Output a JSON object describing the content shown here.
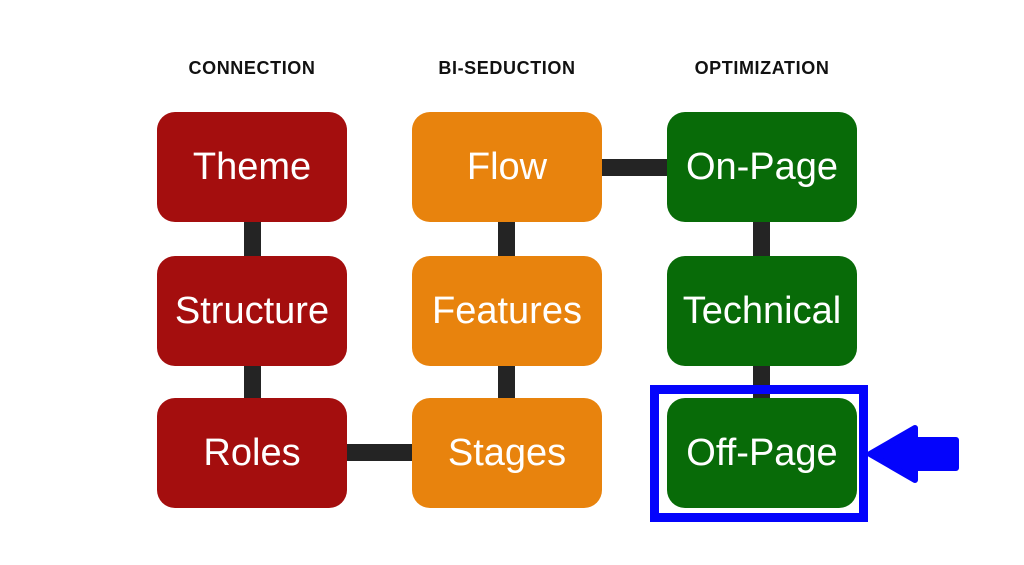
{
  "columns": [
    {
      "header": "CONNECTION",
      "color": "#A40E0E",
      "boxes": [
        "Theme",
        "Structure",
        "Roles"
      ]
    },
    {
      "header": "BI-SEDUCTION",
      "color": "#E8830D",
      "boxes": [
        "Flow",
        "Features",
        "Stages"
      ]
    },
    {
      "header": "OPTIMIZATION",
      "color": "#086B08",
      "boxes": [
        "On-Page",
        "Technical",
        "Off-Page"
      ]
    }
  ],
  "links": [
    {
      "from": "Theme",
      "to": "Structure",
      "type": "vertical"
    },
    {
      "from": "Structure",
      "to": "Roles",
      "type": "vertical"
    },
    {
      "from": "Flow",
      "to": "Features",
      "type": "vertical"
    },
    {
      "from": "Features",
      "to": "Stages",
      "type": "vertical"
    },
    {
      "from": "On-Page",
      "to": "Technical",
      "type": "vertical"
    },
    {
      "from": "Technical",
      "to": "Off-Page",
      "type": "vertical"
    },
    {
      "from": "Flow",
      "to": "On-Page",
      "type": "horizontal"
    },
    {
      "from": "Roles",
      "to": "Stages",
      "type": "horizontal"
    }
  ],
  "annotation": {
    "highlighted_box": "Off-Page",
    "pointer": "left-arrow"
  },
  "colors": {
    "red": "#A40E0E",
    "orange": "#E8830D",
    "green": "#086B08",
    "connector": "#242424",
    "highlight_blue": "#0404FC",
    "node_text": "#FFFFFF",
    "header_text": "#111111",
    "background": "#FFFFFF"
  }
}
